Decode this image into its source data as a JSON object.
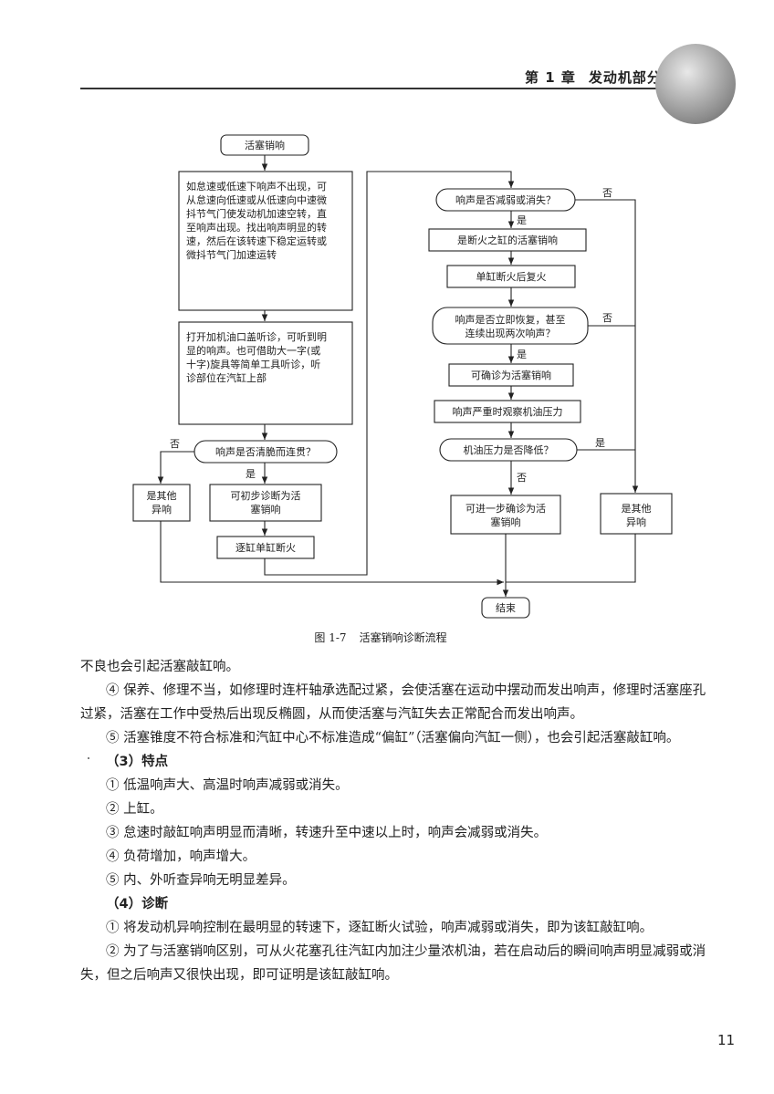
{
  "header": {
    "chapter": "第 1 章",
    "title": "发动机部分"
  },
  "flowchart": {
    "start": "活塞销响",
    "left_box1": [
      "如怠速或低速下响声不出现，可",
      "从怠速向低速或从低速向中速微",
      "抖节气门使发动机加速空转，直",
      "至响声出现。找出响声明显的转",
      "速，然后在该转速下稳定运转或",
      "微抖节气门加速运转"
    ],
    "left_box2": [
      "打开加机油口盖听诊，可听到明",
      "显的响声。也可借助大一字(或",
      "十字)旋具等简单工具听诊，听",
      "诊部位在汽缸上部"
    ],
    "decision_crisp": "响声是否清脆而连贯？",
    "no": "否",
    "yes": "是",
    "other_noise": [
      "是其他",
      "异响"
    ],
    "prelim": [
      "可初步诊断为活",
      "塞销响"
    ],
    "cut_each": "逐缸单缸断火",
    "decision_weaken": "响声是否减弱或消失？",
    "is_cut_cyl": "是断火之缸的活塞销响",
    "restore": "单缸断火后复火",
    "decision_recover": [
      "响声是否立即恢复，甚至",
      "连续出现两次响声？"
    ],
    "confirm": "可确诊为活塞销响",
    "observe_oil": "响声严重时观察机油压力",
    "decision_oil": "机油压力是否降低？",
    "further": [
      "可进一步确诊为活",
      "塞销响"
    ],
    "other_noise2": [
      "是其他",
      "异响"
    ],
    "end": "结束"
  },
  "caption": {
    "fig": "图 1-7",
    "text": "活塞销响诊断流程"
  },
  "paragraphs": {
    "p0": "不良也会引起活塞敲缸响。",
    "p4": "④ 保养、修理不当，如修理时连杆轴承选配过紧，会使活塞在运动中摆动而发出响声，修理时活塞座孔过紧，活塞在工作中受热后出现反椭圆，从而使活塞与汽缸失去正常配合而发出响声。",
    "p5": "⑤ 活塞锥度不符合标准和汽缸中心不标准造成“偏缸”（活塞偏向汽缸一侧），也会引起活塞敲缸响。",
    "h3": "（3）特点",
    "f1": "① 低温响声大、高温时响声减弱或消失。",
    "f2": "② 上缸。",
    "f3": "③ 怠速时敲缸响声明显而清晰，转速升至中速以上时，响声会减弱或消失。",
    "f4": "④ 负荷增加，响声增大。",
    "f5": "⑤ 内、外听查异响无明显差异。",
    "h4": "（4）诊断",
    "d1": "① 将发动机异响控制在最明显的转速下，逐缸断火试验，响声减弱或消失，即为该缸敲缸响。",
    "d2": "② 为了与活塞销响区别，可从火花塞孔往汽缸内加注少量浓机油，若在启动后的瞬间响声明显减弱或消失，但之后响声又很快出现，即可证明是该缸敲缸响。"
  },
  "page_number": "11"
}
